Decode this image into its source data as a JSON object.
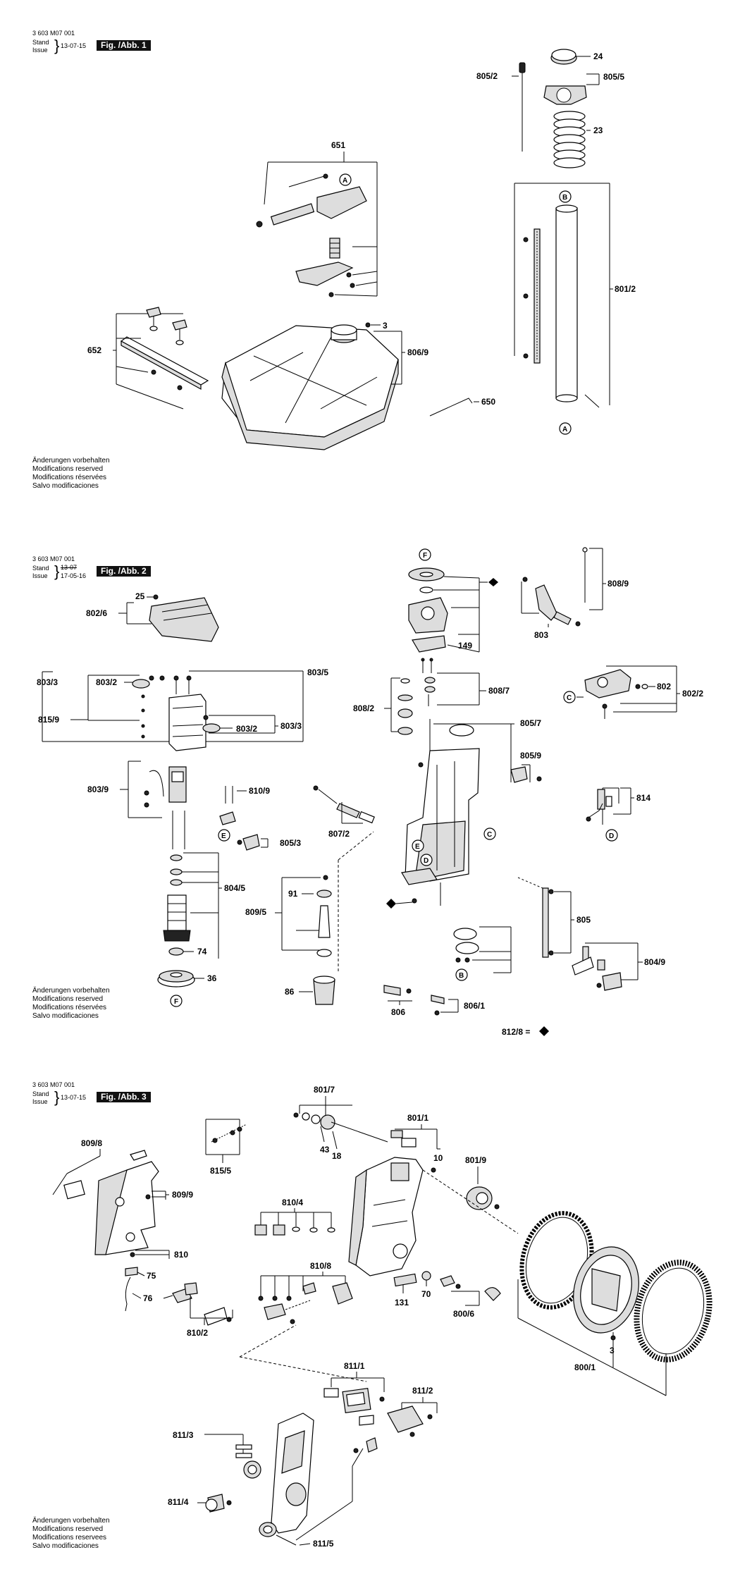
{
  "sheet1": {
    "code": "3 603 M07 001",
    "stand": "Stand",
    "issue": "Issue",
    "date": "13-07-15",
    "fig": "Fig. /Abb. 1",
    "notes": [
      "Änderungen vorbehalten",
      "Modifications reserved",
      "Modifications réservées",
      "Salvo modificaciones"
    ],
    "labels": {
      "l24": "24",
      "l805_2": "805/2",
      "l805_5": "805/5",
      "l23": "23",
      "l651": "651",
      "l801_2": "801/2",
      "l652": "652",
      "l3": "3",
      "l806_9": "806/9",
      "l650": "650"
    },
    "circles": {
      "a1": "A",
      "a2": "A",
      "b1": "B"
    }
  },
  "sheet2": {
    "code": "3 603 M07 001",
    "stand": "Stand",
    "issue": "Issue",
    "date_old": "13-07",
    "date": "17-05-16",
    "fig": "Fig. /Abb. 2",
    "notes": [
      "Änderungen vorbehalten",
      "Modifications reserved",
      "Modifications réservées",
      "Salvo modificaciones"
    ],
    "labels": {
      "l25": "25",
      "l802_6": "802/6",
      "l803_3a": "803/3",
      "l803_2a": "803/2",
      "l803_5": "803/5",
      "l815_9": "815/9",
      "l803_3b": "803/3",
      "l803_2b": "803/2",
      "l803_9": "803/9",
      "l810_9": "810/9",
      "l805_3": "805/3",
      "l804_5": "804/5",
      "l74": "74",
      "l36": "36",
      "l149": "149",
      "l808_9": "808/9",
      "l803": "803",
      "l802": "802",
      "l802_2": "802/2",
      "l808_7": "808/7",
      "l808_2": "808/2",
      "l805_7": "805/7",
      "l805_9": "805/9",
      "l814": "814",
      "l807_2": "807/2",
      "l809_5": "809/5",
      "l91": "91",
      "l86": "86",
      "l805": "805",
      "l804_9": "804/9",
      "l806": "806",
      "l806_1": "806/1",
      "l812_8": "812/8 ="
    },
    "circles": {
      "f1": "F",
      "f2": "F",
      "c1": "C",
      "c2": "C",
      "e1": "E",
      "e2": "E",
      "d1": "D",
      "d2": "D",
      "b1": "B"
    }
  },
  "sheet3": {
    "code": "3 603 M07 001",
    "stand": "Stand",
    "issue": "Issue",
    "date": "13-07-15",
    "fig": "Fig. /Abb. 3",
    "notes": [
      "Änderungen vorbehalten",
      "Modifications reserved",
      "Modifications reservees",
      "Salvo modificaciones"
    ],
    "labels": {
      "l801_7": "801/7",
      "l801_1": "801/1",
      "l809_8": "809/8",
      "l815_5": "815/5",
      "l43": "43",
      "l18": "18",
      "l10": "10",
      "l801_9": "801/9",
      "l809_9": "809/9",
      "l810_4": "810/4",
      "l810": "810",
      "l75": "75",
      "l76": "76",
      "l131": "131",
      "l70": "70",
      "l800_6": "800/6",
      "l810_8": "810/8",
      "l810_2": "810/2",
      "l3": "3",
      "l800_1": "800/1",
      "l811_1": "811/1",
      "l811_2": "811/2",
      "l811_3": "811/3",
      "l811_4": "811/4",
      "l811_5": "811/5"
    }
  },
  "colors": {
    "ink": "#000000",
    "figbg": "#111111",
    "partfill": "#dddddd"
  }
}
